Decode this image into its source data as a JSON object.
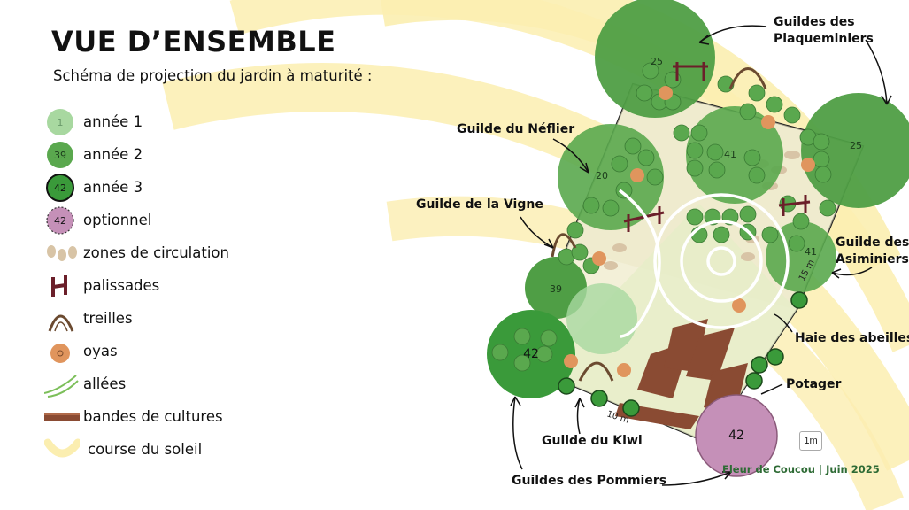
{
  "page": {
    "title": "VUE D’ENSEMBLE",
    "subtitle": "Schéma de projection du jardin à maturité :"
  },
  "legend": [
    {
      "icon": "circle-year1-icon",
      "label": "année 1",
      "number": "1",
      "color": "#a8d8a0"
    },
    {
      "icon": "circle-year2-icon",
      "label": "année 2",
      "number": "39",
      "color": "#5aa84e"
    },
    {
      "icon": "circle-year3-icon",
      "label": "année 3",
      "number": "42",
      "color": "#3a9a3a"
    },
    {
      "icon": "circle-optional-icon",
      "label": "optionnel",
      "number": "42",
      "color": "#c590b8"
    },
    {
      "icon": "circulation-dots-icon",
      "label": "zones de circulation",
      "color": "#d8c4a6"
    },
    {
      "icon": "palisade-icon",
      "label": "palissades",
      "color": "#6b1f2a"
    },
    {
      "icon": "trellis-arch-icon",
      "label": "treilles",
      "color": "#6b4a30"
    },
    {
      "icon": "oya-icon",
      "label": "oyas",
      "color": "#e0955d"
    },
    {
      "icon": "path-lines-icon",
      "label": "allées",
      "color": "#7cbf5a"
    },
    {
      "icon": "crop-band-icon",
      "label": "bandes de cultures",
      "color": "#8a4b33"
    },
    {
      "icon": "sun-arc-icon",
      "label": "course du soleil",
      "color": "#fbeeb0"
    }
  ],
  "guild_labels": {
    "plaqueminiers": "Guildes des\nPlaqueminiers",
    "neflier": "Guilde du Néflier",
    "vigne": "Guilde de la Vigne",
    "asiminiers": "Guilde des\nAsiminiers",
    "abeilles": "Haie des abeilles",
    "potager": "Potager",
    "kiwi": "Guilde du Kiwi",
    "pommiers": "Guildes des Pommiers"
  },
  "dimensions": {
    "width_label": "10 m",
    "height_label": "15 m"
  },
  "scale_label": "1m",
  "credit": "Fleur de Coucou | Juin 2025",
  "tree_numbers": {
    "plaqueminier": "25",
    "plaqueminier_right": "25",
    "neflier": "20",
    "center": "41",
    "pommier_big": "42",
    "pommier_optional": "42",
    "vigne_left": "39",
    "asiminier": "41"
  },
  "colors": {
    "sun": "#fbeeb0",
    "year1": "#a8d8a0",
    "year2": "#5aa84e",
    "year3": "#3a9a3a",
    "optional": "#c590b8",
    "crop_band": "#8a4b33"
  }
}
